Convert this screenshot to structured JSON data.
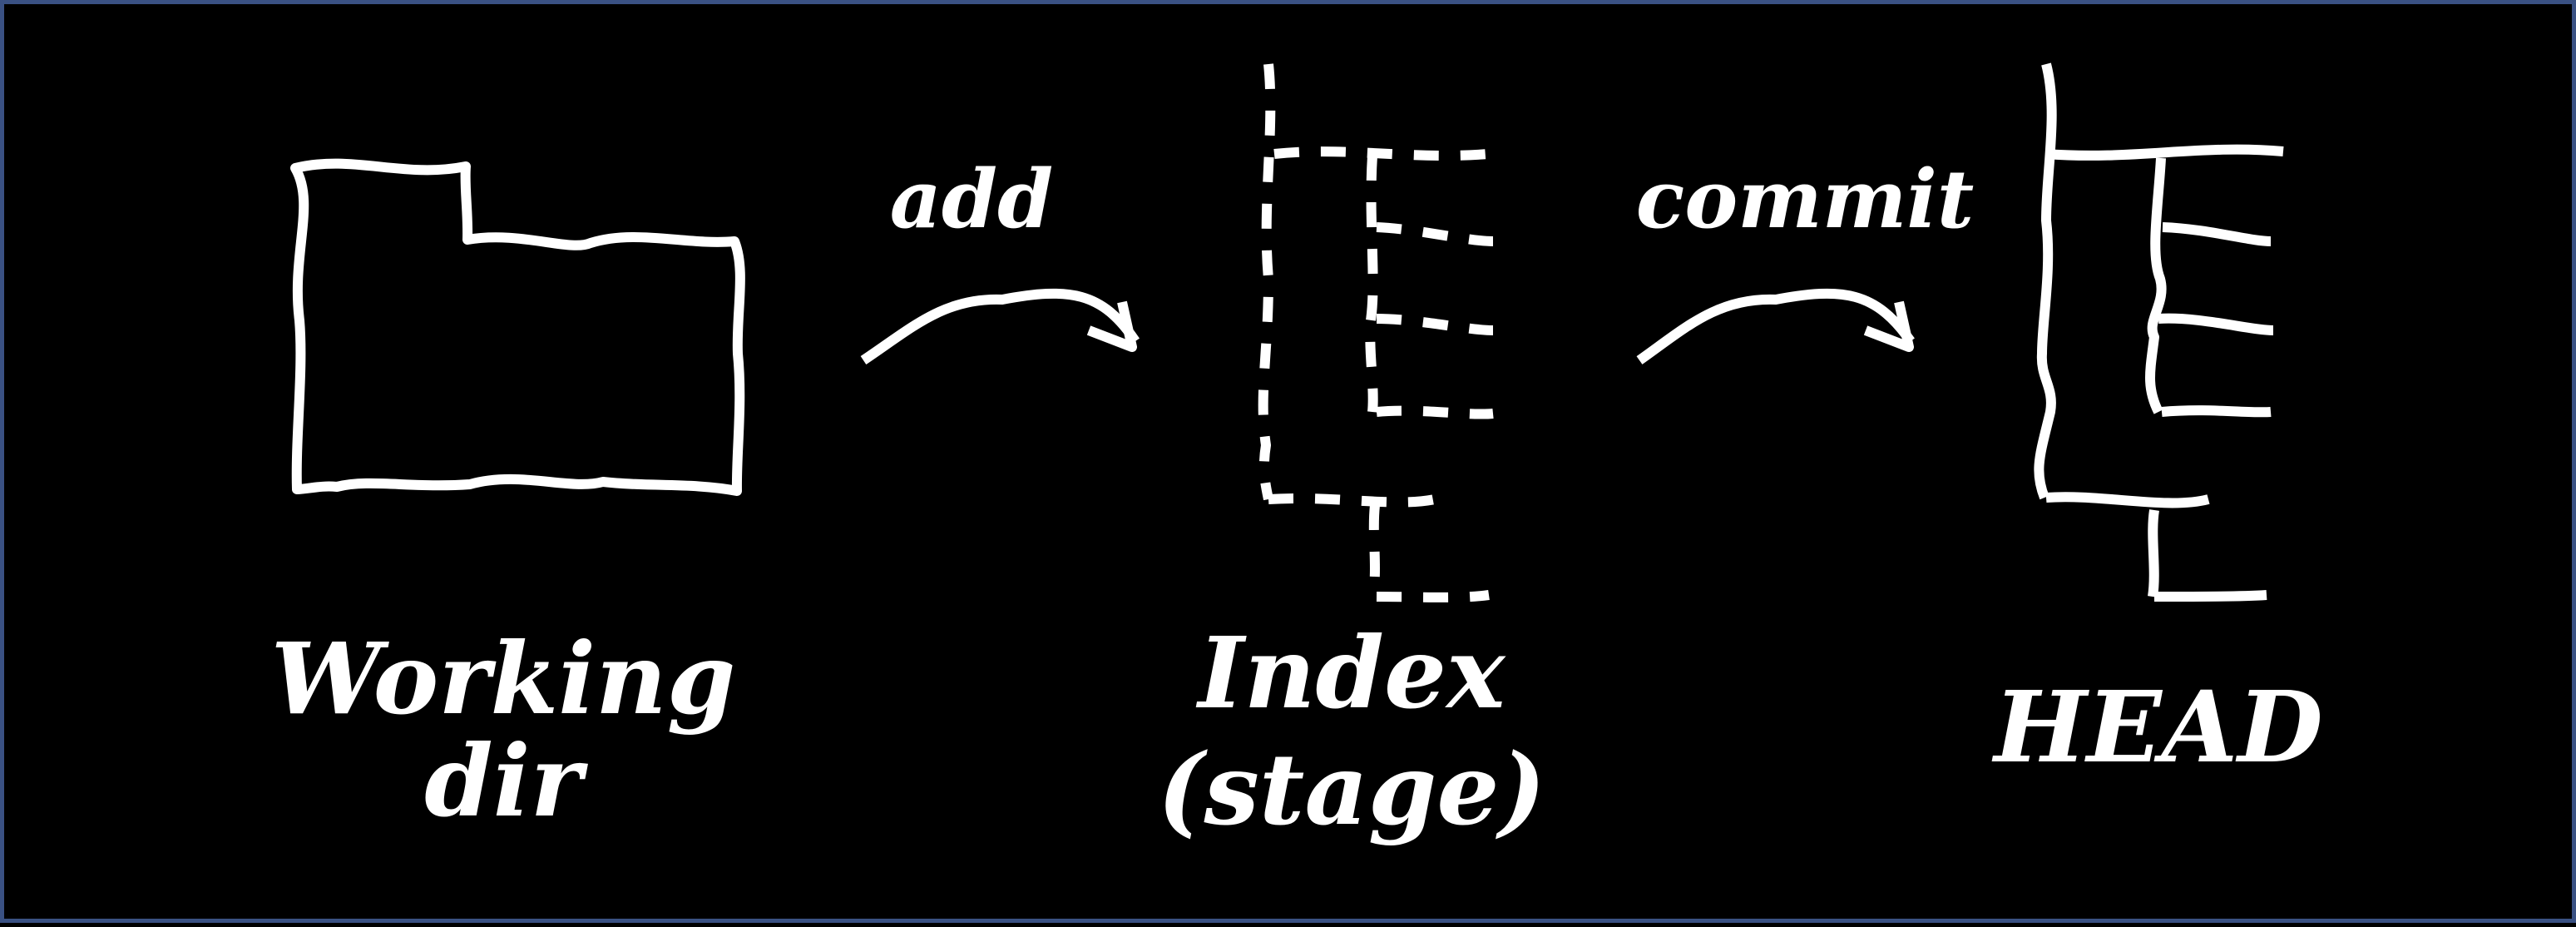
{
  "colors": {
    "background": "#000000",
    "border": "#3a5183",
    "stroke": "#ffffff",
    "text": "#ffffff"
  },
  "stages": {
    "working": {
      "line1": "Working",
      "line2": "dir"
    },
    "index": {
      "line1": "Index",
      "line2": "(stage)"
    },
    "head": {
      "label": "HEAD"
    }
  },
  "transitions": {
    "add": "add",
    "commit": "commit"
  },
  "icons": {
    "working": "folder-icon",
    "index": "dashed-tree-icon",
    "head": "tree-icon",
    "arrow": "curved-arrow-icon"
  }
}
